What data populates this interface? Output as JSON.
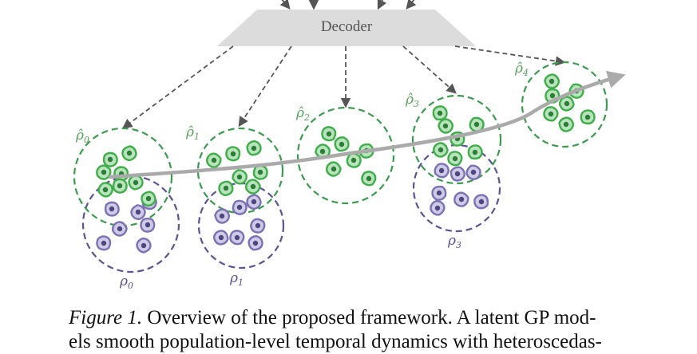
{
  "decoder": {
    "label": "Decoder"
  },
  "green_labels": [
    {
      "base": "ρ̂",
      "sub": "0"
    },
    {
      "base": "ρ̂",
      "sub": "1"
    },
    {
      "base": "ρ̂",
      "sub": "2"
    },
    {
      "base": "ρ̂",
      "sub": "3"
    },
    {
      "base": "ρ̂",
      "sub": "4"
    }
  ],
  "purple_labels": [
    {
      "base": "ρ",
      "sub": "0"
    },
    {
      "base": "ρ",
      "sub": "1"
    },
    {
      "base": "ρ",
      "sub": "3"
    }
  ],
  "caption": {
    "figure_number": "Figure 1.",
    "line1": "Overview of the proposed framework. A latent GP mod-",
    "line2": "els smooth population-level temporal dynamics with heteroscedas-"
  },
  "colors": {
    "green_cell": "#3fae4a",
    "green_dashed": "#3b9a50",
    "purple_cell": "#7b72b3",
    "purple_dashed": "#5b5490",
    "trajectory": "#aaaaaa",
    "decoder_fill": "#dcdcdc",
    "arrow": "#555555"
  }
}
